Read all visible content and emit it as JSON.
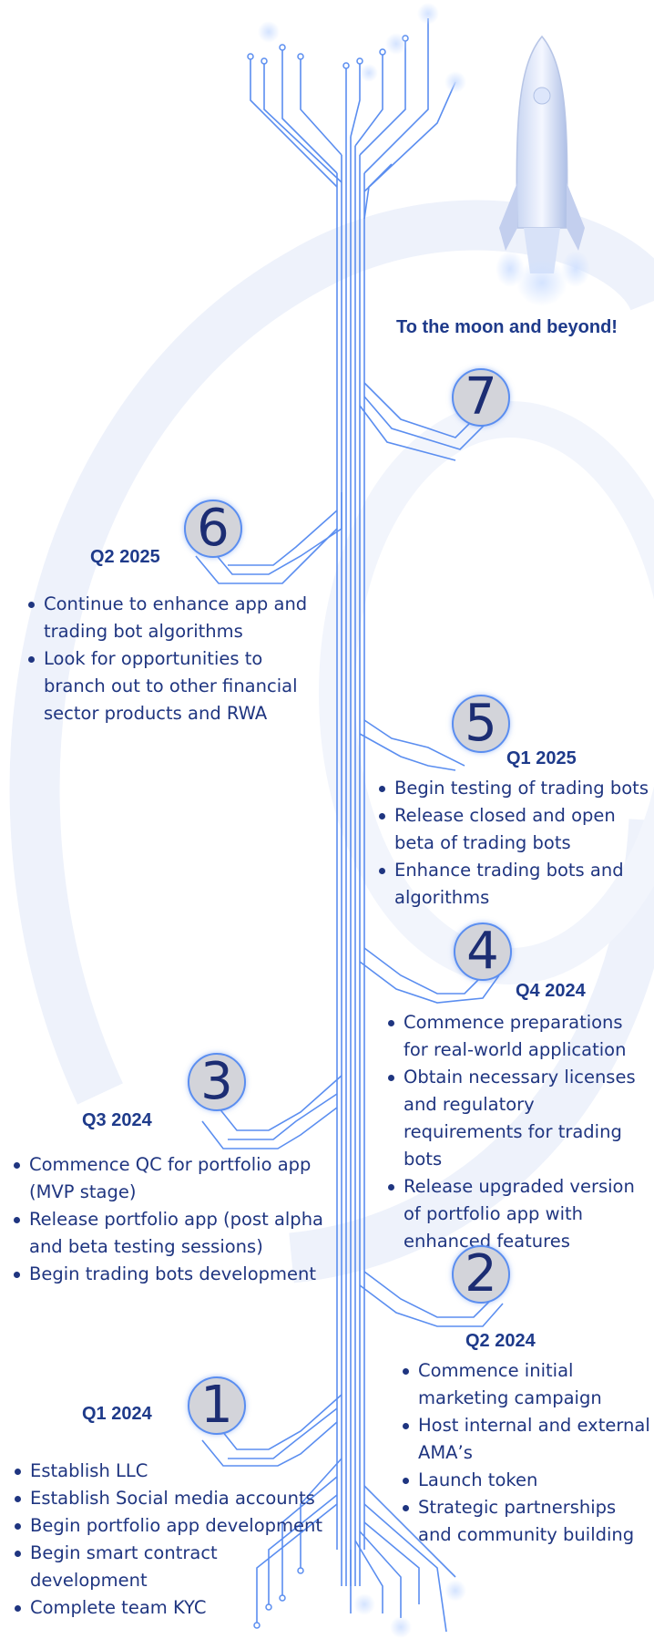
{
  "slogan": "To the moon and beyond!",
  "milestones": {
    "m7": {
      "number": "7"
    },
    "m6": {
      "number": "6",
      "quarter": "Q2 2025",
      "items": [
        "Continue to enhance app and trading bot algorithms",
        "Look for opportunities to branch out to other financial sector products and RWA"
      ]
    },
    "m5": {
      "number": "5",
      "quarter": "Q1 2025",
      "items": [
        "Begin testing of trading bots",
        "Release closed and open beta of trading bots",
        "Enhance trading bots and algorithms"
      ]
    },
    "m4": {
      "number": "4",
      "quarter": "Q4 2024",
      "items": [
        "Commence preparations for real-world application",
        "Obtain necessary licenses and regulatory requirements for trading bots",
        "Release upgraded version of portfolio app with enhanced features"
      ]
    },
    "m3": {
      "number": "3",
      "quarter": "Q3 2024",
      "items": [
        "Commence QC for portfolio app (MVP stage)",
        "Release portfolio app (post alpha and beta testing sessions)",
        "Begin trading bots development"
      ]
    },
    "m2": {
      "number": "2",
      "quarter": "Q2 2024",
      "items": [
        "Commence initial marketing campaign",
        "Host internal and external AMA’s",
        "Launch token",
        "Strategic partnerships and community building"
      ]
    },
    "m1": {
      "number": "1",
      "quarter": "Q1 2024",
      "items": [
        "Establish LLC",
        "Establish Social media accounts",
        "Begin portfolio app development",
        "Begin smart contract development",
        "Complete team KYC"
      ]
    }
  },
  "colors": {
    "circuit": "#5b8ef0",
    "text": "#1f3580",
    "heading": "#1e3a8a",
    "badge": "#d3d4da"
  },
  "icons": [
    "rocket-icon",
    "circuit-trunk-graphic"
  ]
}
